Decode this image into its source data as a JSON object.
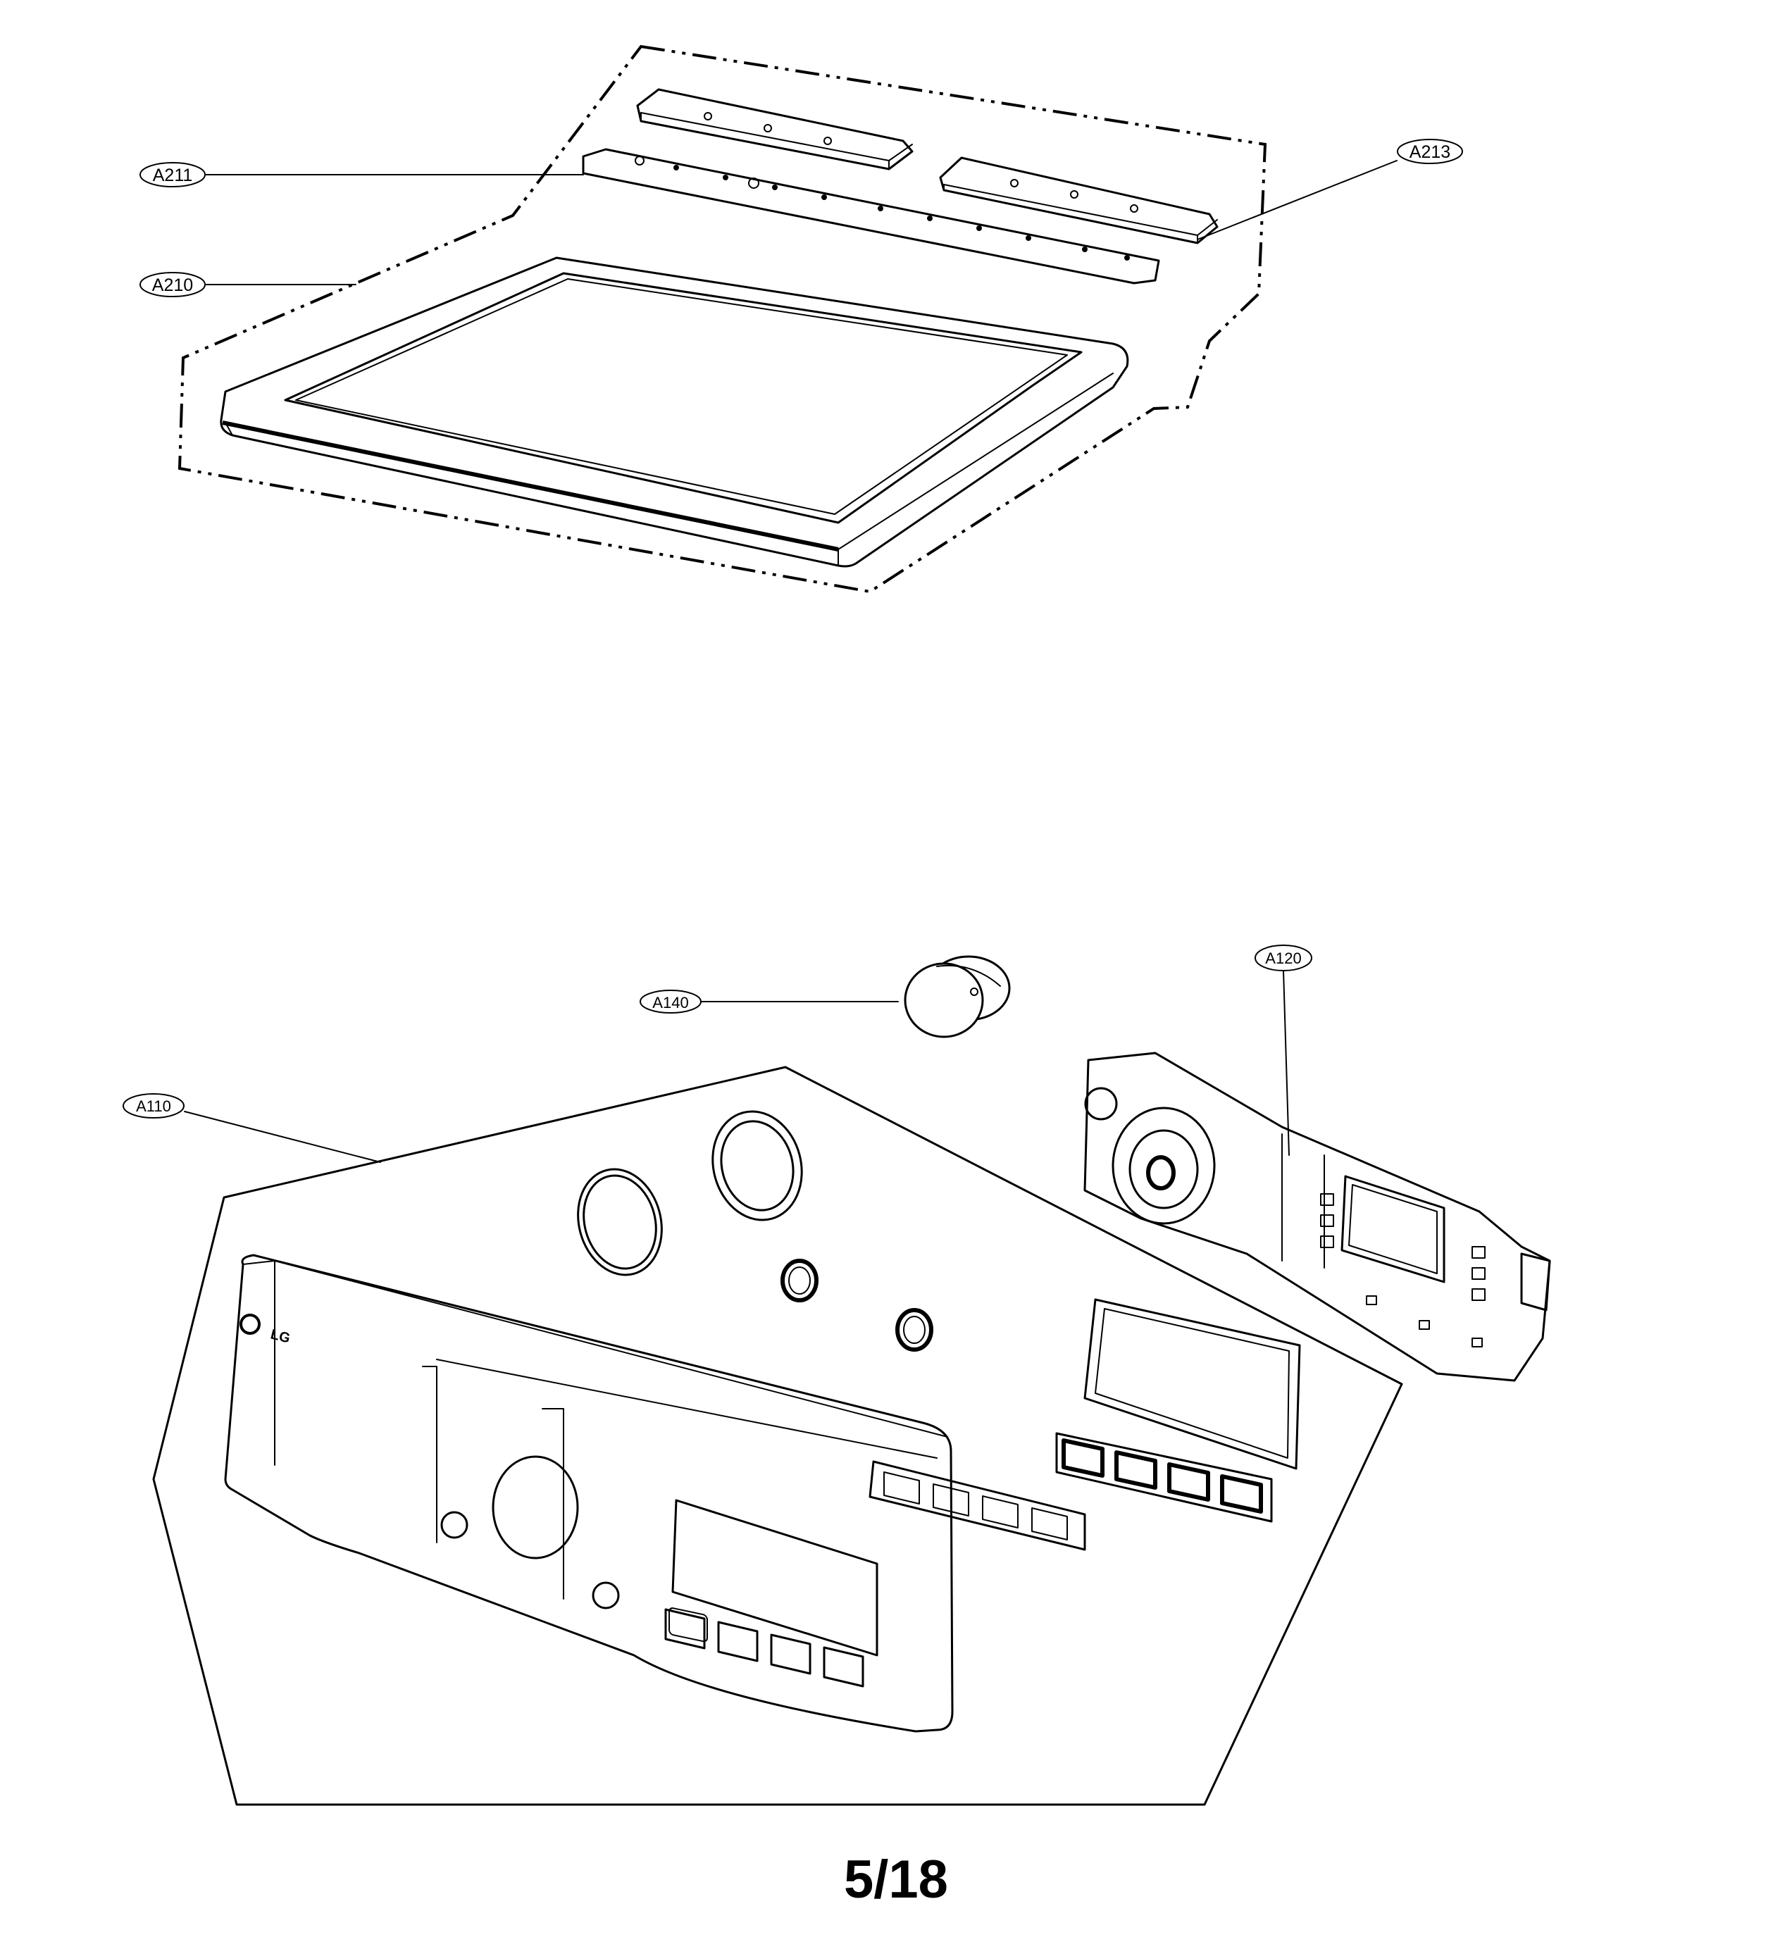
{
  "callouts": {
    "a211": "A211",
    "a213": "A213",
    "a210": "A210",
    "a140": "A140",
    "a120": "A120",
    "a110": "A110"
  },
  "brand_logo": "LG",
  "page_number": "5/18",
  "icons": {
    "top_assembly": "top-cover-exploded-view",
    "control_assembly": "control-panel-exploded-view"
  }
}
